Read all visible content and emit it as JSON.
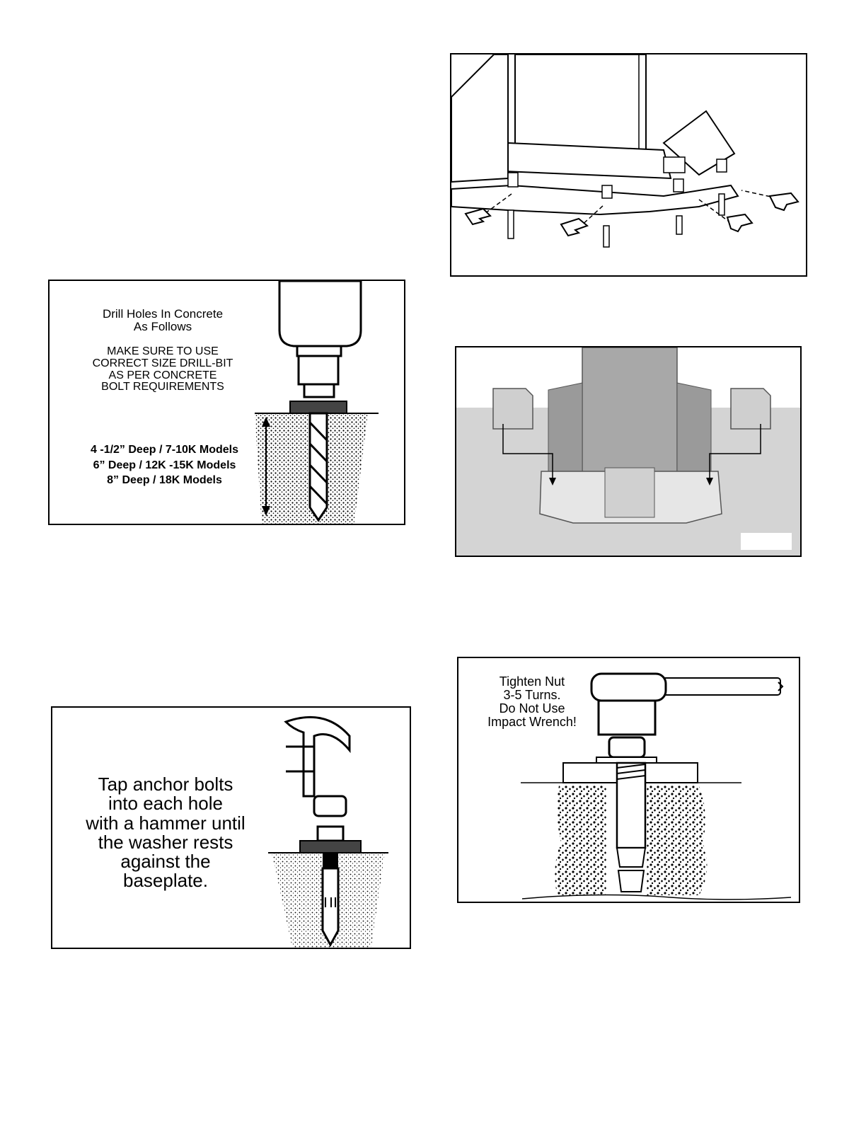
{
  "drill_figure": {
    "title_line1": "Drill Holes In Concrete",
    "title_line2": "As Follows",
    "warning_line1": "MAKE SURE TO USE",
    "warning_line2": "CORRECT SIZE DRILL-BIT",
    "warning_line3": "AS PER CONCRETE",
    "warning_line4": "BOLT REQUIREMENTS",
    "depth_line1": "4 -1/2” Deep / 7-10K Models",
    "depth_line2": "6” Deep / 12K -15K Models",
    "depth_line3": "8” Deep / 18K Models"
  },
  "tap_figure": {
    "line1": "Tap anchor bolts",
    "line2": "into each hole",
    "line3": "with a hammer until",
    "line4": "the washer rests",
    "line5": "against the",
    "line6": "baseplate."
  },
  "tighten_figure": {
    "line1": "Tighten Nut",
    "line2": "3-5 Turns.",
    "line3": "Do Not Use",
    "line4": "Impact Wrench!"
  },
  "colors": {
    "concrete": "#9a9a9a",
    "floor": "#d4d4d4",
    "steel": "#b0b0b0",
    "ink": "#000000"
  }
}
